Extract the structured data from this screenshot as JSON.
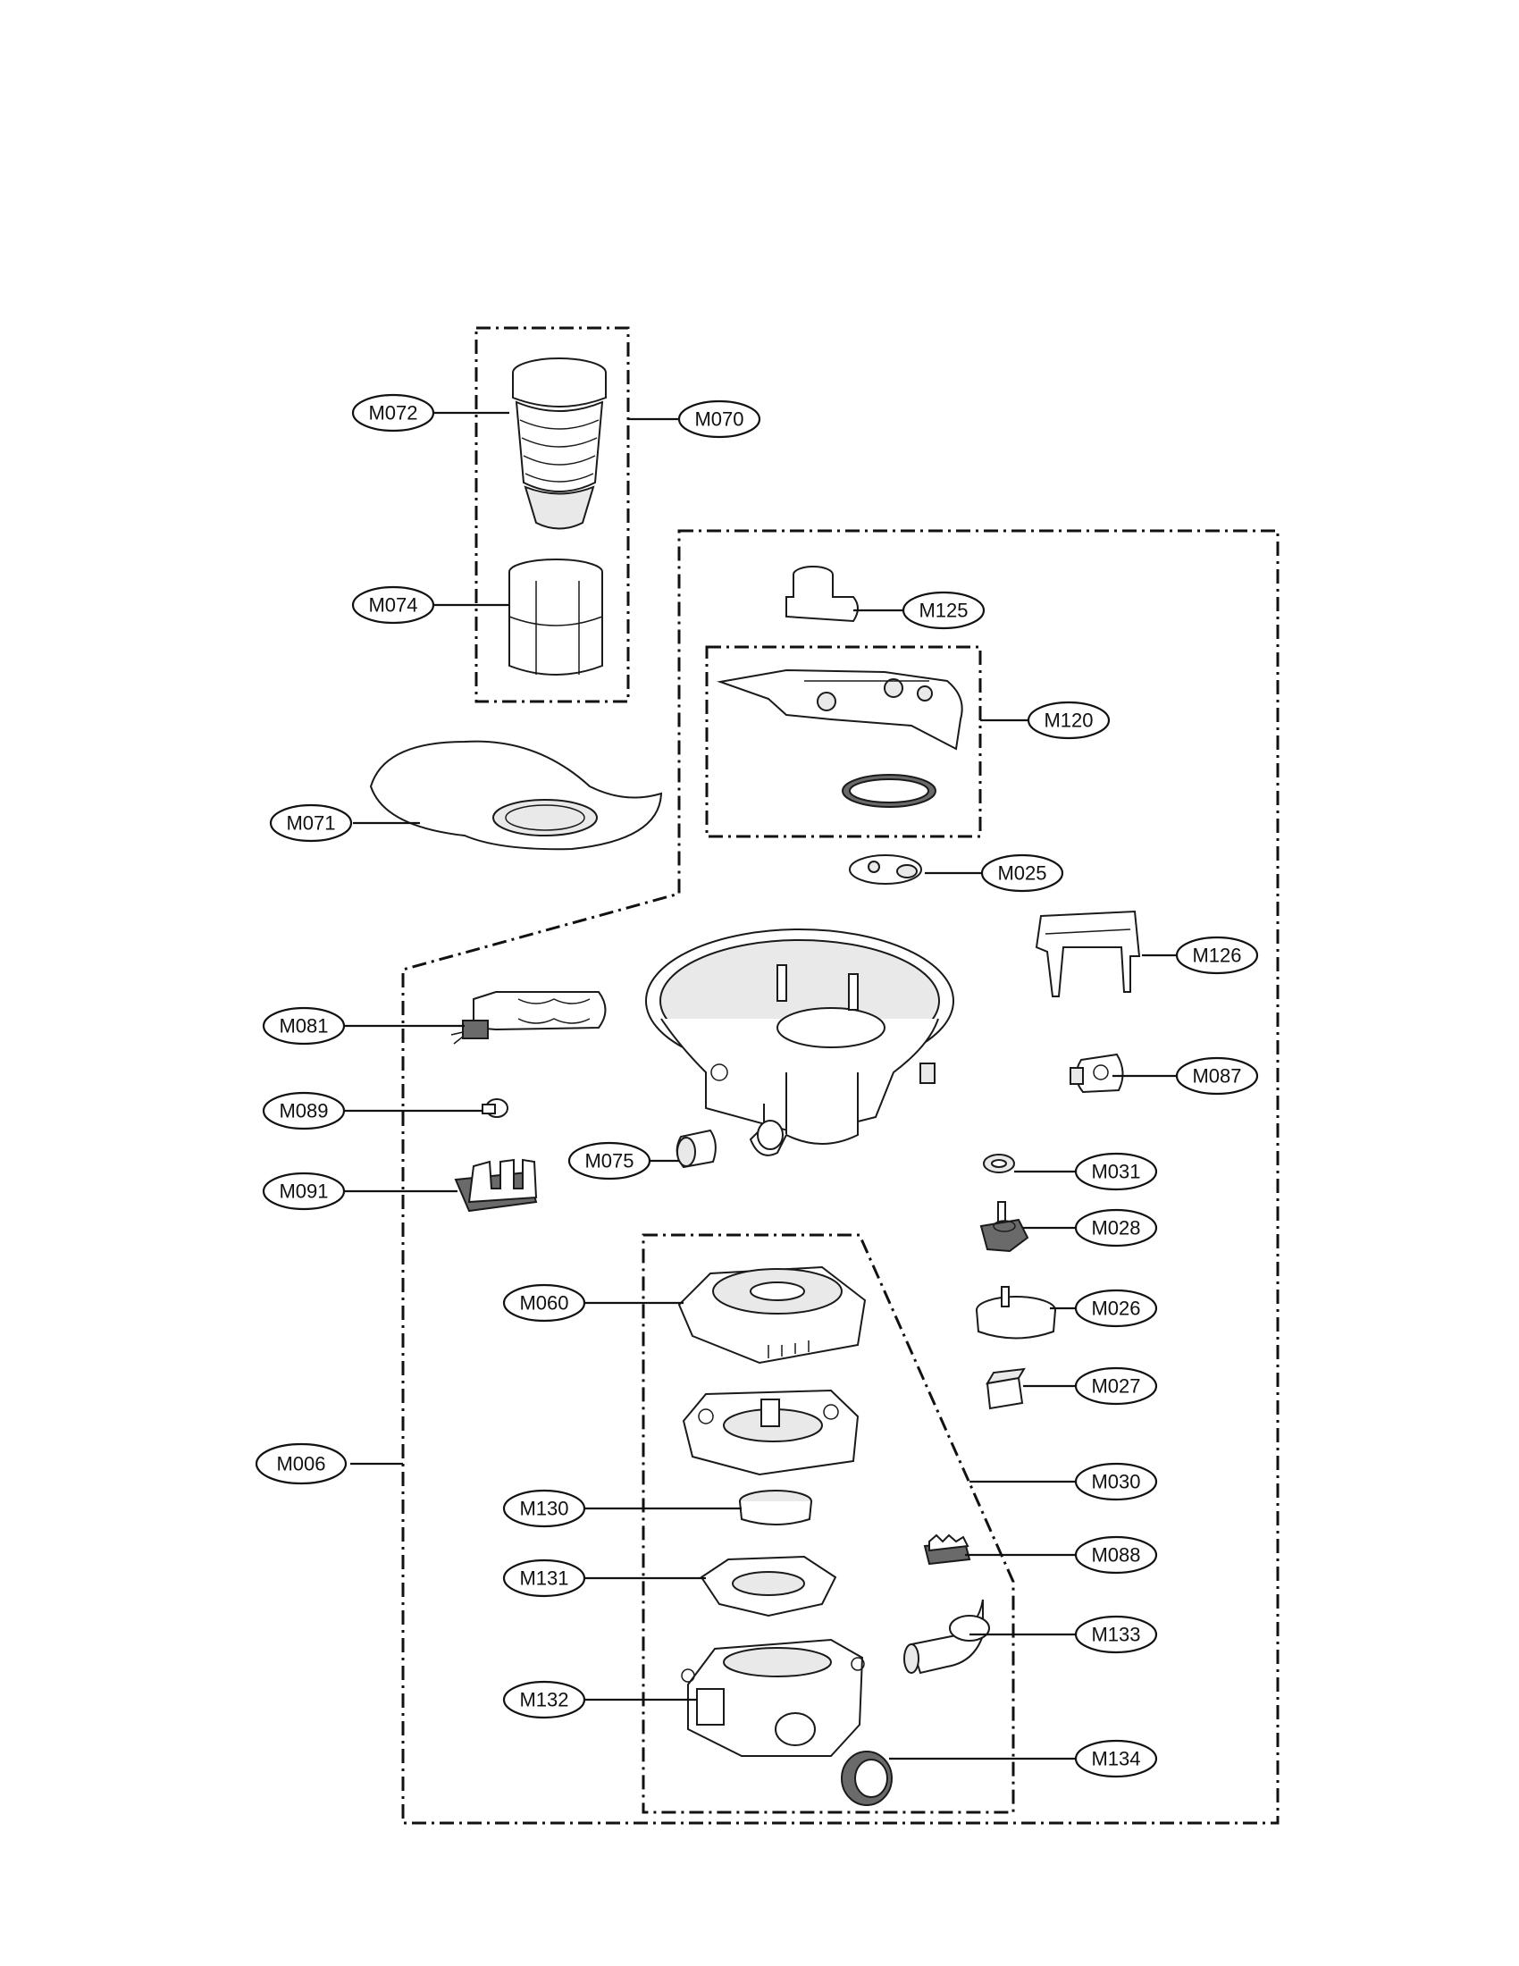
{
  "callouts": {
    "m072": "M072",
    "m070": "M070",
    "m074": "M074",
    "m071": "M071",
    "m125": "M125",
    "m120": "M120",
    "m025": "M025",
    "m126": "M126",
    "m081": "M081",
    "m087": "M087",
    "m089": "M089",
    "m075": "M075",
    "m031": "M031",
    "m091": "M091",
    "m028": "M028",
    "m060": "M060",
    "m026": "M026",
    "m027": "M027",
    "m006": "M006",
    "m030": "M030",
    "m130": "M130",
    "m088": "M088",
    "m131": "M131",
    "m133": "M133",
    "m132": "M132",
    "m134": "M134"
  }
}
